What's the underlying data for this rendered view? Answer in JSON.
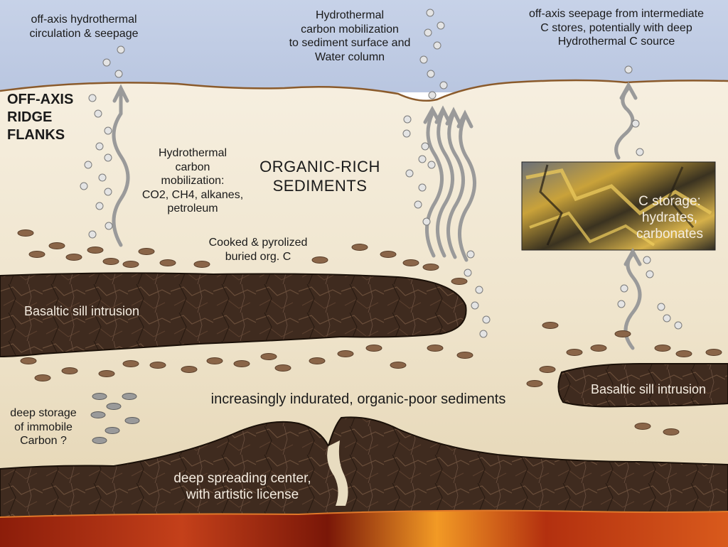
{
  "labels": {
    "off_axis_left": "off-axis hydrothermal\ncirculation & seepage",
    "center_top": "Hydrothermal\ncarbon mobilization\nto sediment surface and\nWater column",
    "right_top": "off-axis seepage from intermediate\nC stores, potentially with deep\nHydrothermal C source",
    "ridge_flanks": "OFF-AXIS\nRIDGE\nFLANKS",
    "hydro_mob": "Hydrothermal\ncarbon\nmobilization:\nCO2, CH4, alkanes,\npetroleum",
    "organic_rich": "ORGANIC-RICH\nSEDIMENTS",
    "cooked": "Cooked & pyrolized\nburied org. C",
    "c_storage": "C storage:\nhydrates,\ncarbonates",
    "sill_left": "Basaltic sill intrusion",
    "sill_right": "Basaltic sill intrusion",
    "indurated": "increasingly indurated, organic-poor sediments",
    "deep_storage": "deep storage\nof immobile\nCarbon ?",
    "spreading": "deep spreading center,\nwith artistic license"
  },
  "colors": {
    "water": "#bcc9e3",
    "sediment_top": "#f3ebd9",
    "sediment_bottom": "#e6d8b8",
    "seafloor_line": "#8a5a2b",
    "basalt": "#3d2a1f",
    "magma": "#c23a12",
    "arrow": "#9a9a9a",
    "organic_c": "#8a6548",
    "immobile_c": "#8d8d8d"
  }
}
